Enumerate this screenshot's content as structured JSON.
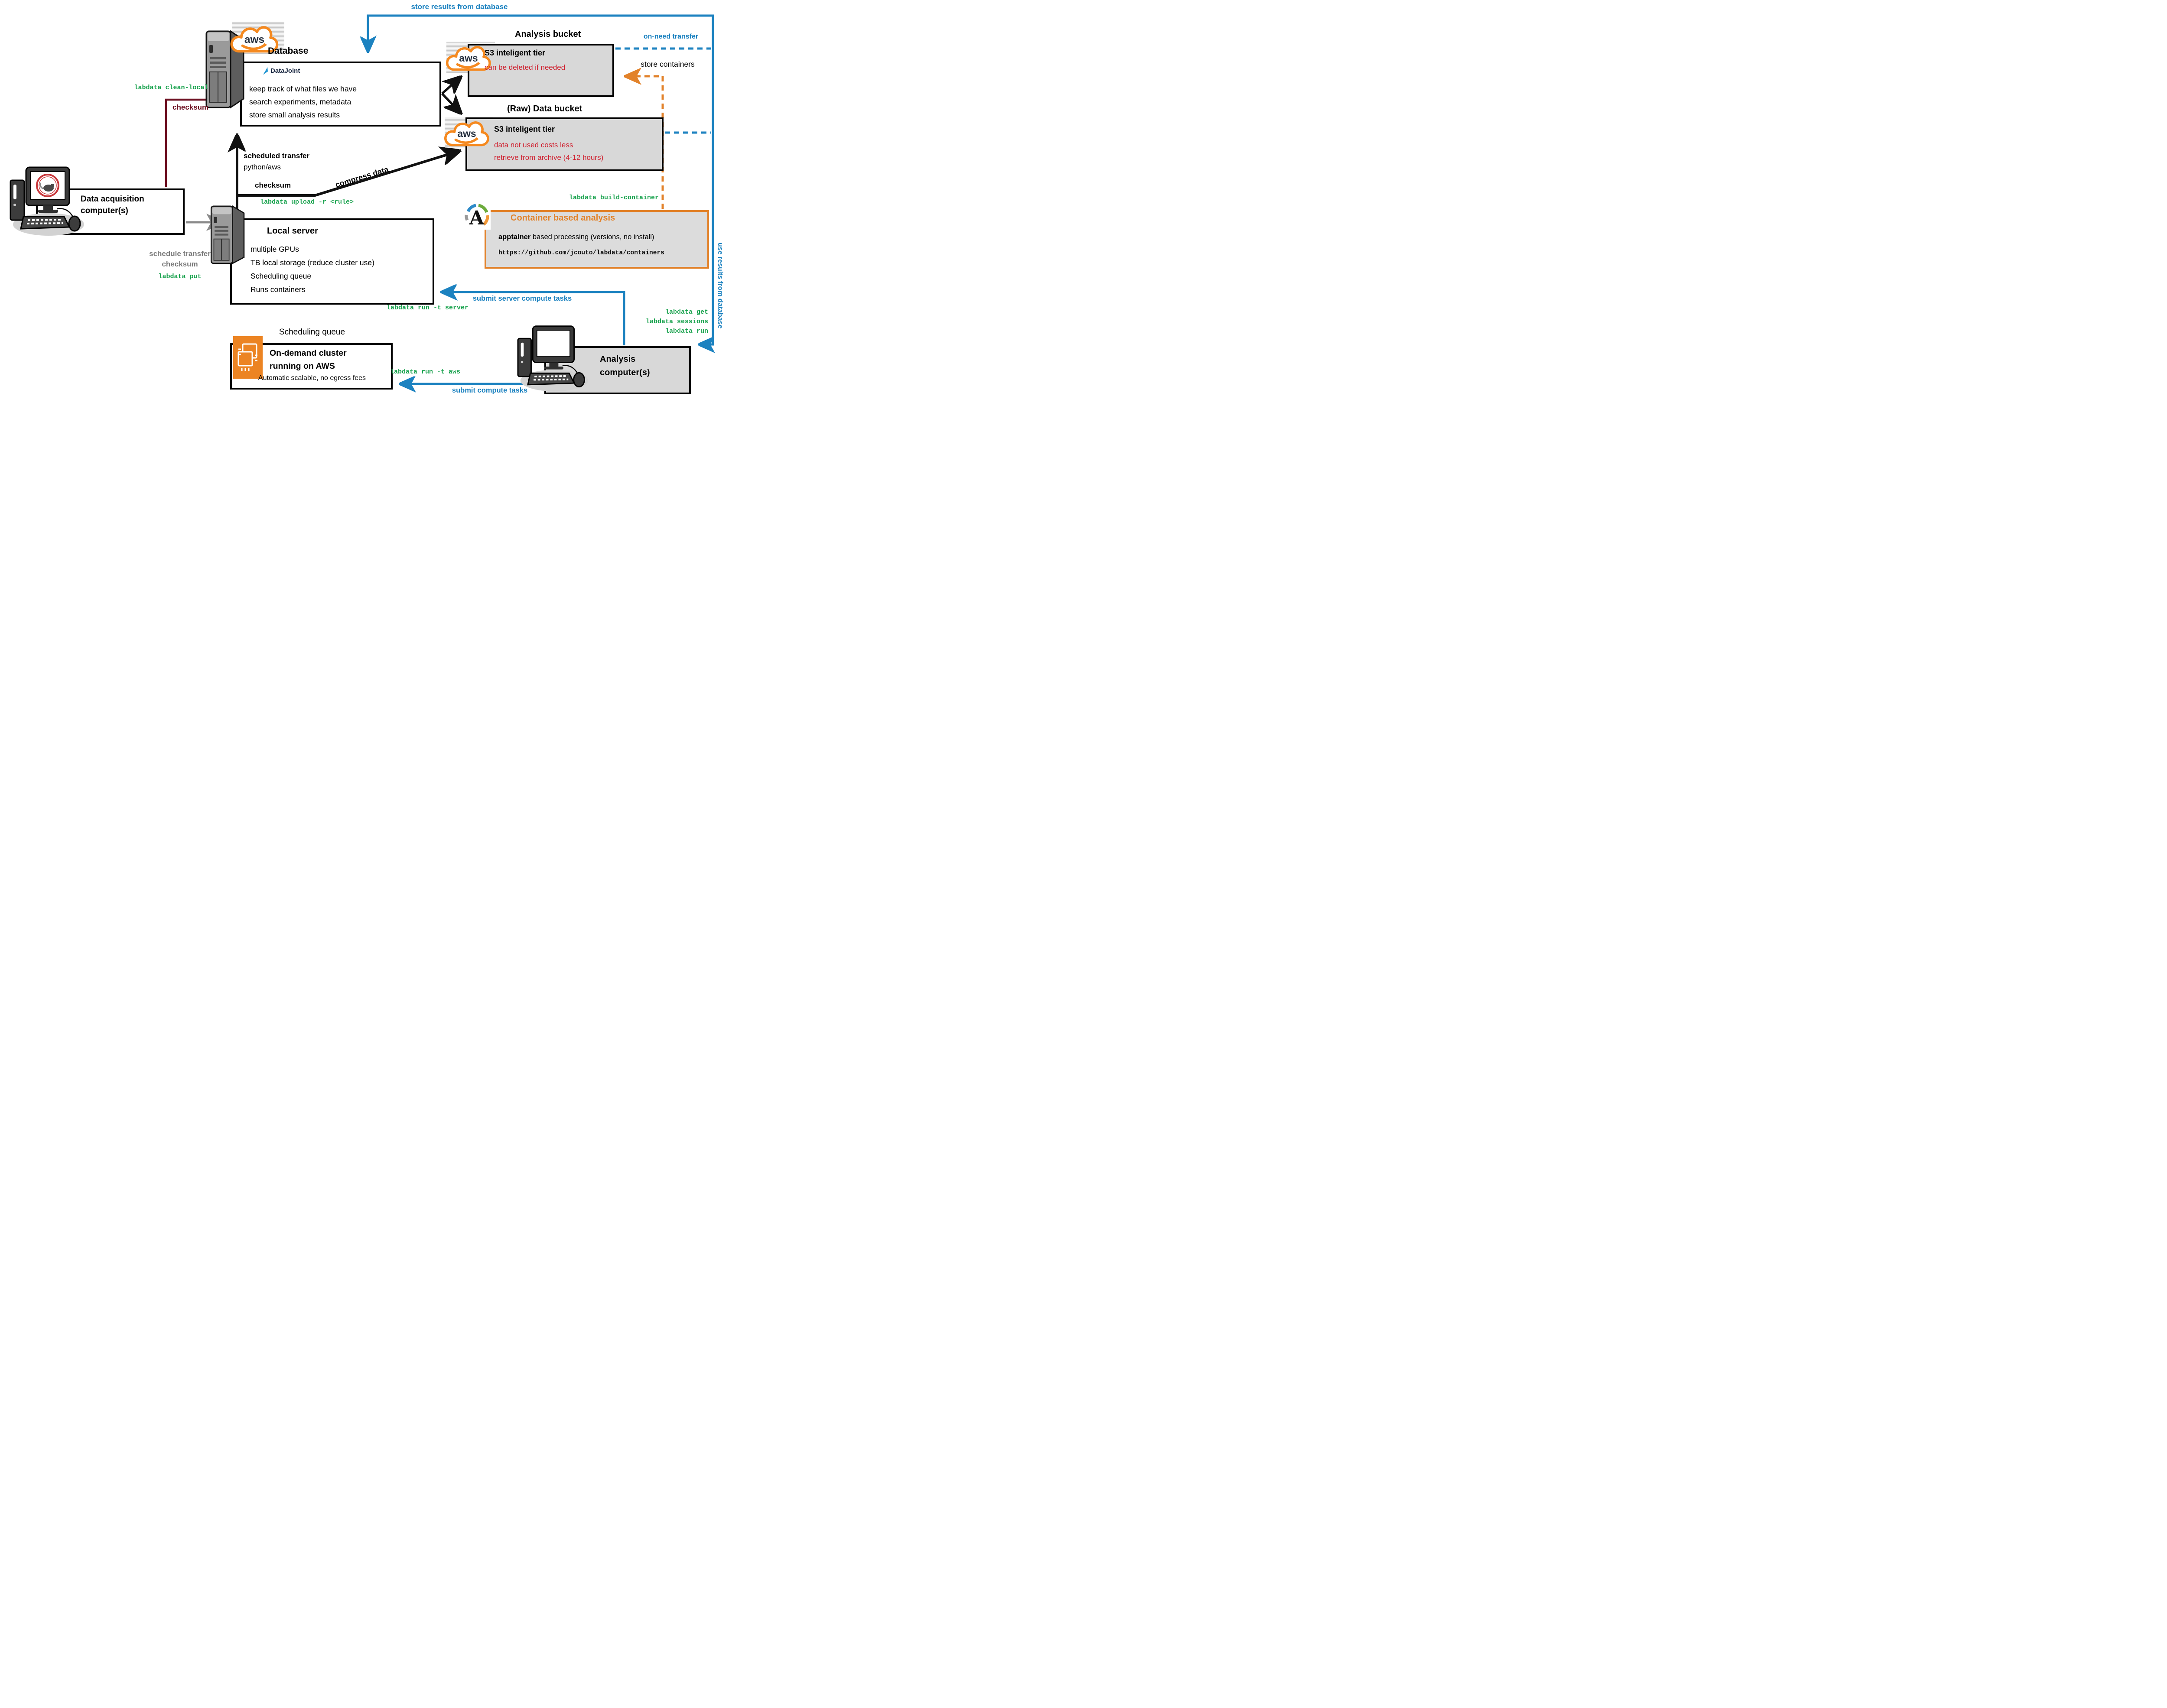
{
  "colors": {
    "blue": "#1c82c0",
    "green": "#18a24d",
    "red": "#cf1f2e",
    "maroon": "#6d1021",
    "orange": "#e2822a",
    "gray_text": "#7c7c7c",
    "box_gray": "#d8d8d8",
    "aws_orange": "#f5891f"
  },
  "logos": {
    "aws": "aws",
    "datajoint": "DataJoint",
    "apptainer_letter": "A"
  },
  "nodes": {
    "database": {
      "title": "Database",
      "lines": [
        "keep track of what files we have",
        "search experiments, metadata",
        "store small analysis results"
      ]
    },
    "analysis_bucket": {
      "title": "Analysis bucket",
      "subtitle": "S3 inteligent tier",
      "note": "can be deleted if needed"
    },
    "raw_bucket": {
      "title": "(Raw) Data bucket",
      "subtitle": "S3 inteligent tier",
      "notes": [
        "data not used costs less",
        "retrieve from archive (4-12 hours)"
      ]
    },
    "container": {
      "title": "Container based analysis",
      "term": "apptainer",
      "line_rest": " based processing (versions, no install)",
      "url": "https://github.com/jcouto/labdata/containers"
    },
    "local_server": {
      "title": "Local server",
      "lines": [
        "multiple GPUs",
        "TB local storage (reduce cluster use)",
        "Scheduling queue",
        "Runs containers"
      ]
    },
    "data_acq": {
      "title_line1": "Data acquisition",
      "title_line2": "computer(s)"
    },
    "cluster": {
      "heading": "Scheduling queue",
      "title_line1": "On-demand cluster",
      "title_line2": "running on AWS",
      "subtitle": "Automatic scalable, no egress fees"
    },
    "analysis_computers": {
      "title_line1": "Analysis",
      "title_line2": "computer(s)"
    }
  },
  "labels": {
    "store_results": "store results from database",
    "on_need_transfer": "on-need transfer",
    "store_containers": "store containers",
    "use_results": "use results from database",
    "clean_local": "labdata clean-local",
    "checksum_maroon": "checksum",
    "scheduled_transfer": "scheduled transfer",
    "python_aws": "python/aws",
    "checksum_black": "checksum",
    "compress_data": "compress data",
    "upload_rule": "labdata upload -r <rule>",
    "schedule_transfer_gray": "schedule transfer",
    "checksum_gray": "checksum",
    "labdata_put": "labdata put",
    "build_container": "labdata build-container",
    "submit_server_tasks": "submit server compute tasks",
    "run_t_server": "labdata run -t server",
    "labdata_get": "labdata get",
    "labdata_sessions": "labdata sessions",
    "labdata_run": "labdata run",
    "run_t_aws": "labdata run -t aws",
    "submit_compute_tasks": "submit compute tasks"
  }
}
